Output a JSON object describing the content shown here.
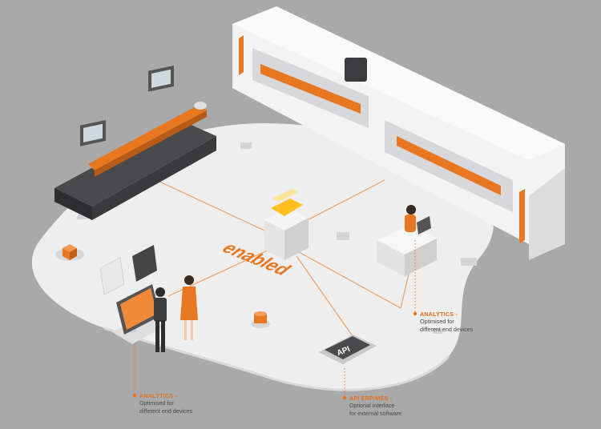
{
  "callouts": {
    "analytics_left": {
      "title": "ANALYTICS",
      "line1": "Optimised for",
      "line2": "different end devices"
    },
    "analytics_right": {
      "title": "ANALYTICS",
      "line1": "Optimised for",
      "line2": "different end devices"
    },
    "api": {
      "title": "API ERP/MES",
      "line1": "Optional interface",
      "line2": "for external software"
    }
  },
  "labels": {
    "api_chip": "API",
    "floor_text": "enabled"
  },
  "colors": {
    "background": "#a9a9a9",
    "floor": "#eeeeef",
    "accent": "#e87722",
    "machine_dark": "#3a3a3c",
    "wall": "#f2f2f2"
  },
  "icons": [
    "machine-icon",
    "gear-icon",
    "data-cube-icon",
    "kiosk-icon",
    "person-icon",
    "laptop-icon",
    "api-chip-icon"
  ]
}
